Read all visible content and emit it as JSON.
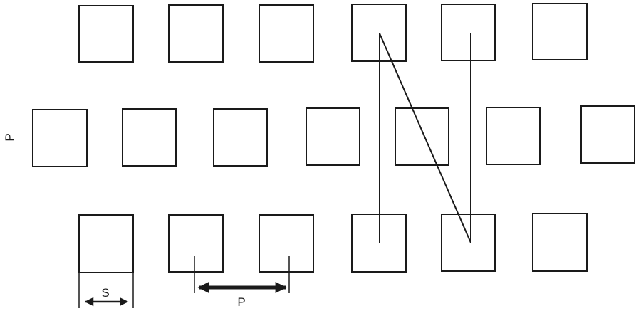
{
  "labels": {
    "pitch_left": "P",
    "pitch_bottom": "P",
    "size": "S"
  },
  "colors": {
    "stroke": "#1a1a1a",
    "background": "#ffffff"
  }
}
